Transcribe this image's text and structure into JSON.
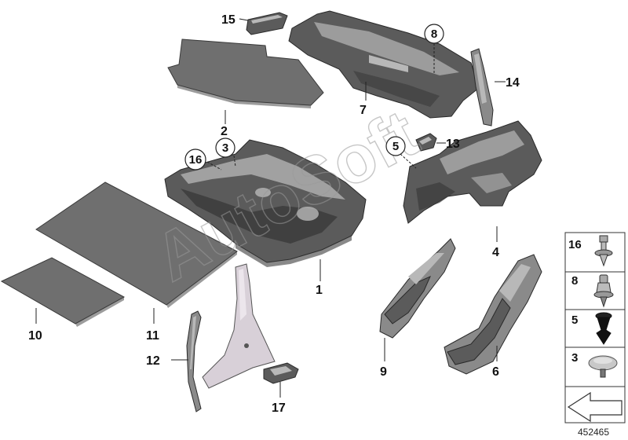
{
  "diagram": {
    "id": "452465",
    "watermark": "AutoSoft",
    "callouts": [
      {
        "key": "c15",
        "label": "15"
      },
      {
        "key": "c2",
        "label": "2"
      },
      {
        "key": "c7",
        "label": "7"
      },
      {
        "key": "c14",
        "label": "14"
      },
      {
        "key": "c13",
        "label": "13"
      },
      {
        "key": "c4",
        "label": "4"
      },
      {
        "key": "c1",
        "label": "1"
      },
      {
        "key": "c10",
        "label": "10"
      },
      {
        "key": "c11",
        "label": "11"
      },
      {
        "key": "c12",
        "label": "12"
      },
      {
        "key": "c17",
        "label": "17"
      },
      {
        "key": "c9",
        "label": "9"
      },
      {
        "key": "c6",
        "label": "6"
      }
    ],
    "circled_callouts": [
      {
        "key": "cc8",
        "label": "8"
      },
      {
        "key": "cc3",
        "label": "3"
      },
      {
        "key": "cc16",
        "label": "16"
      },
      {
        "key": "cc5",
        "label": "5"
      }
    ],
    "legend": [
      {
        "label": "16",
        "icon": "push-rivet-icon"
      },
      {
        "label": "8",
        "icon": "expanding-clip-icon"
      },
      {
        "label": "5",
        "icon": "tree-clip-icon"
      },
      {
        "label": "3",
        "icon": "button-plug-icon"
      },
      {
        "label": "",
        "icon": "parts-arrow-icon"
      }
    ]
  }
}
